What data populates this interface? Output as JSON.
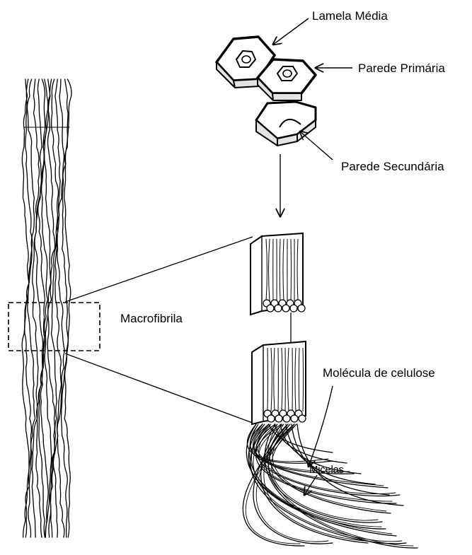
{
  "labels": {
    "lamela_media": "Lamela Média",
    "parede_primaria": "Parede Primária",
    "parede_secundaria": "Parede Secundária",
    "macrofibrila": "Macrofibrila",
    "molecula_celulose": "Molécula de celulose",
    "micelas": "Micelas"
  },
  "colors": {
    "ink": "#000000",
    "paper": "#ffffff",
    "shade": "#d8d8d8"
  }
}
